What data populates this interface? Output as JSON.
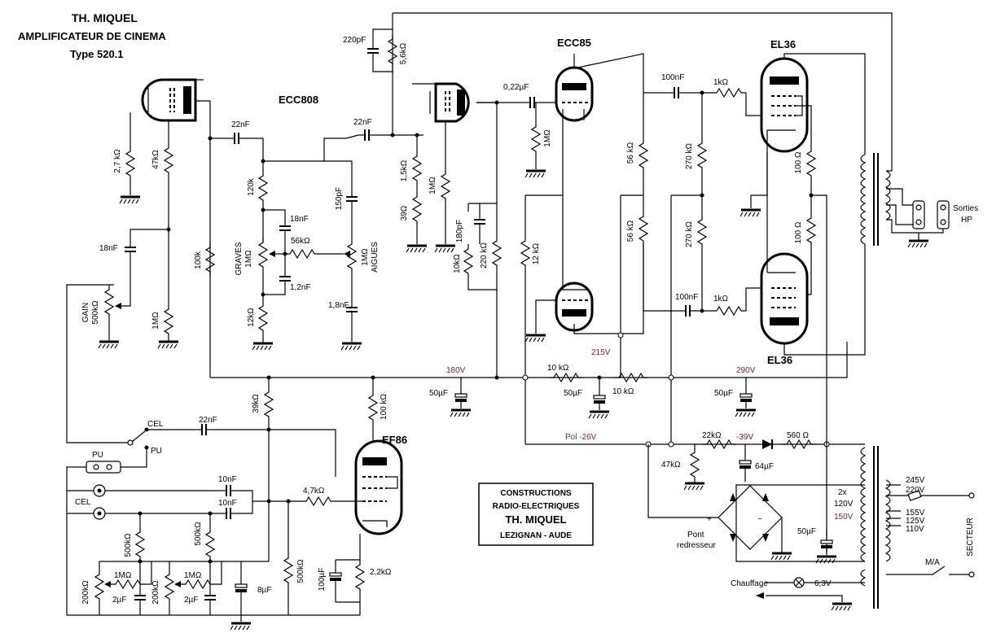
{
  "title": {
    "line1": "TH. MIQUEL",
    "line2": "AMPLIFICATEUR DE CINEMA",
    "line3": "Type 520.1"
  },
  "maker_box": {
    "line1": "CONSTRUCTIONS",
    "line2": "RADIO-ELECTRIQUES",
    "line3": "TH. MIQUEL",
    "line4": "LEZIGNAN - AUDE"
  },
  "tubes": {
    "ecc808": "ECC808",
    "ecc85": "ECC85",
    "el36_top": "EL36",
    "el36_bottom": "EL36",
    "ef86": "EF86"
  },
  "components": {
    "r_2k7": "2,7 kΩ",
    "r_47k": "47kΩ",
    "c_18nf_gain": "18nF",
    "gain_label": "GAIN",
    "gain_value": "500kΩ",
    "r_1m_left": "1MΩ",
    "c_22nf_a": "22nF",
    "r_100k_left": "100k",
    "r_120k": "120k",
    "c_18nf_tone": "18nF",
    "graves_label": "GRAVES",
    "graves_value": "1MΩ",
    "r_56k": "56kΩ",
    "c_1n2": "1,2nF",
    "r_12k_tone": "12kΩ",
    "c_150pf": "150pF",
    "aigues_value": "1MΩ",
    "aigues_label": "AIGUES",
    "c_1n8": "1,8nF",
    "c_22nf_b": "22nF",
    "c_220pf": "220pF",
    "r_5k6": "5,6kΩ",
    "r_1k5": "1,5kΩ",
    "r_39": "39Ω",
    "r_1m_cath": "1MΩ",
    "c_0u22": "0,22µF",
    "r_1m_grid": "1MΩ",
    "c_180pf": "180pF",
    "r_10k_fb": "10kΩ",
    "r_220k": "220 kΩ",
    "r_12k_pi": "12 kΩ",
    "r_56k_a": "56 kΩ",
    "r_56k_b": "56 kΩ",
    "c_100nf_top": "100nF",
    "r_1k_top": "1kΩ",
    "r_270k_a": "270 kΩ",
    "r_270k_b": "270 kΩ",
    "c_100nf_bot": "100nF",
    "r_1k_bot": "1kΩ",
    "r_100_a": "100 Ω",
    "r_100_b": "100 Ω",
    "outputs_line1": "Sorties",
    "outputs_line2": "HP",
    "c_50uf_1": "50µF",
    "c_50uf_2": "50µF",
    "c_50uf_3": "50µF",
    "c_50uf_4": "50µF",
    "r_10k_sup1": "10 kΩ",
    "r_10k_sup2": "10 kΩ",
    "r_39k": "39kΩ",
    "r_100k_ef86": "100 kΩ",
    "cel_switch": "CEL",
    "pu_switch": "PU",
    "c_22nf_in": "22nF",
    "pu_jack": "PU",
    "cel_jack": "CEL",
    "c_10nf_a": "10nF",
    "c_10nf_b": "10nF",
    "r_4k7": "4,7kΩ",
    "r_500k_a": "500kΩ",
    "r_500k_b": "500kΩ",
    "r_500k_c": "500kΩ",
    "c_100uf": "100µF",
    "r_2k2": "2,2kΩ",
    "pot_200k_a": "200kΩ",
    "pot_200k_b": "200kΩ",
    "r_1m_eq_a": "1MΩ",
    "r_1m_eq_b": "1MΩ",
    "c_2uf_a": "2µF",
    "c_2uf_b": "2µF",
    "c_8uf": "8µF",
    "r_22k": "22kΩ",
    "r_560": "560 Ω",
    "r_47k_bias": "47kΩ",
    "c_64uf": "64µF",
    "trans_2x": "2x",
    "trans_120v": "120V",
    "pont_line1": "Pont",
    "pont_line2": "redresseur",
    "chauffage": "Chauffage",
    "v_6v3": "6,3V",
    "tap_245": "245V",
    "tap_220": "220V",
    "tap_155": "155V",
    "tap_125": "125V",
    "tap_110": "110V",
    "secteur": "SECTEUR",
    "ma": "M/A"
  },
  "voltages": {
    "v180": "180V",
    "v215": "215V",
    "v290": "290V",
    "vpol": "Pol -26V",
    "vm39": "-39V",
    "v150": "150V"
  },
  "colors": {
    "ink": "#000000",
    "voltage_label": "#8b1a1a",
    "paper": "#ffffff"
  }
}
